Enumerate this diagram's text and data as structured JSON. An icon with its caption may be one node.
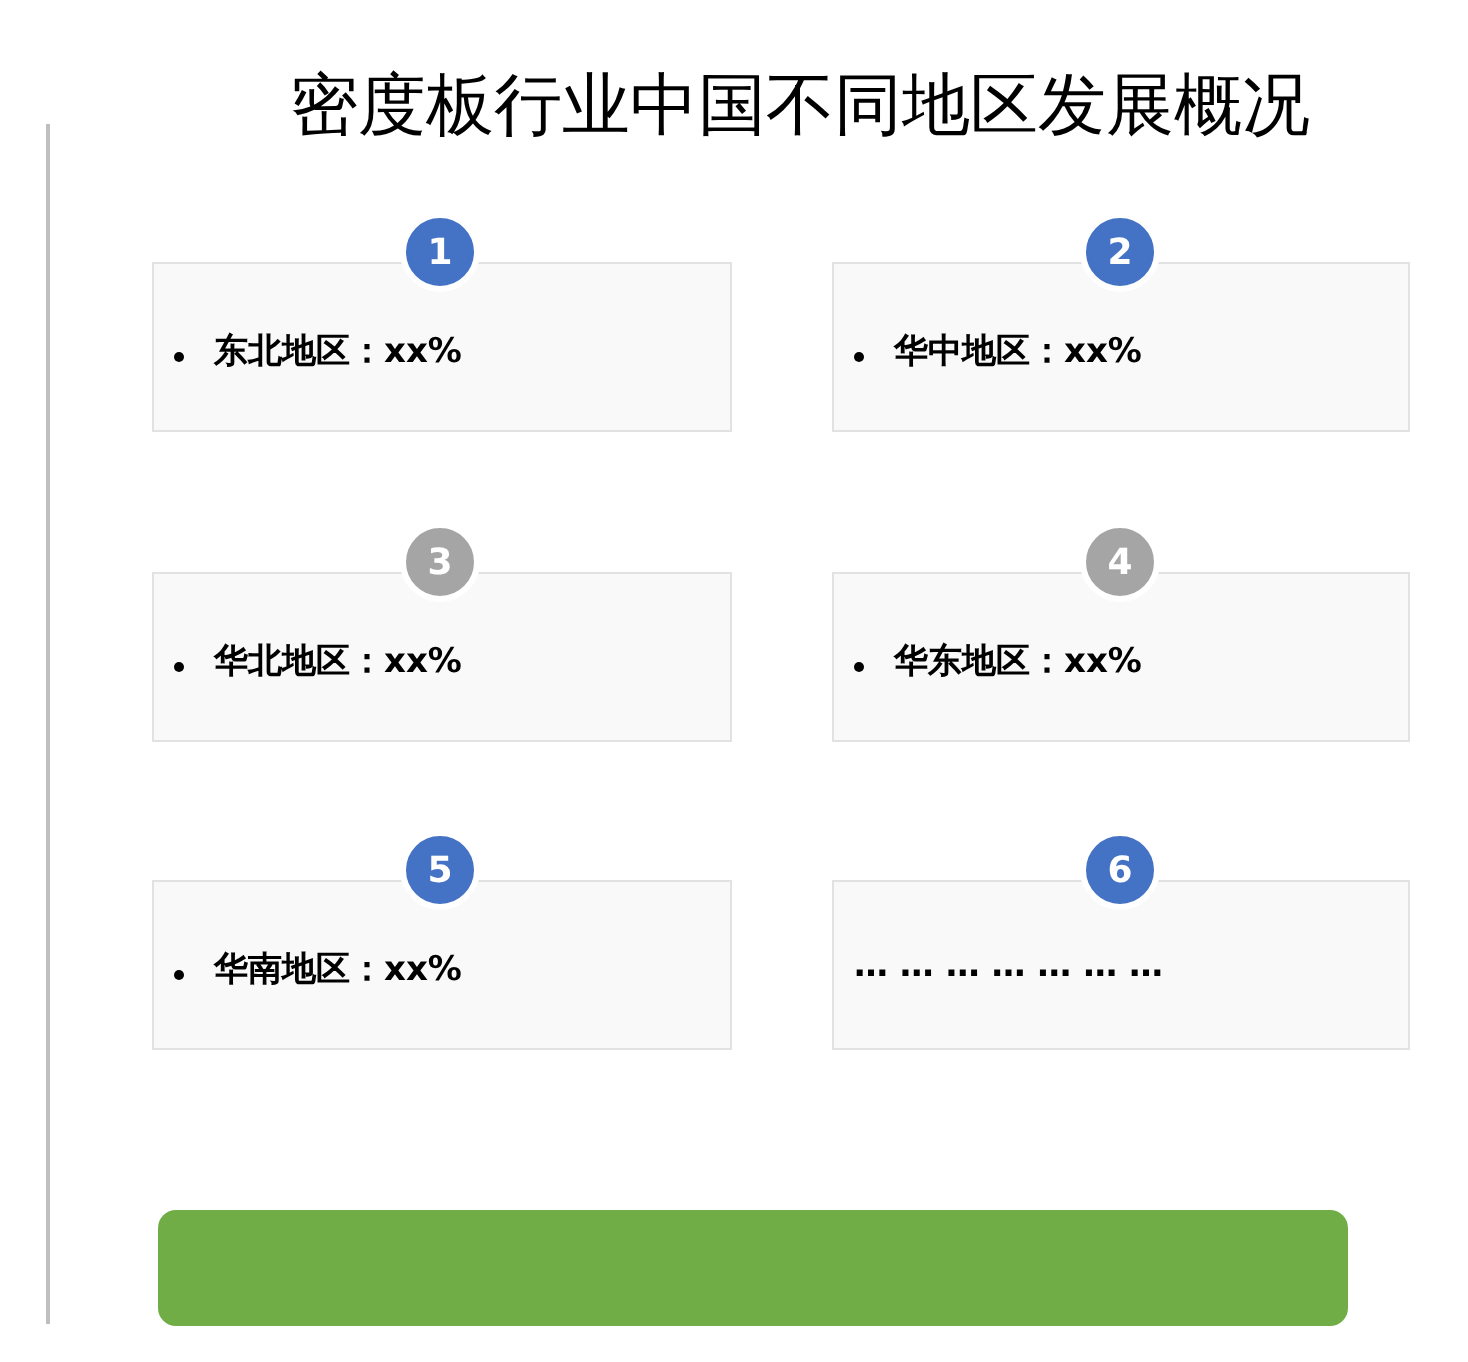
{
  "diagram": {
    "title": "密度板行业中国不同地区发展概况",
    "nodes": [
      {
        "text": [
          "1"
        ]
      },
      {
        "text": [
          "东北地区：xx%"
        ]
      },
      {
        "text": [
          "2"
        ]
      },
      {
        "text": [
          "华中地区：xx%"
        ]
      },
      {
        "text": [
          "3"
        ]
      },
      {
        "text": [
          "华北地区：xx%"
        ]
      },
      {
        "text": [
          "4"
        ]
      },
      {
        "text": [
          "华东地区：xx%"
        ]
      },
      {
        "text": [
          "5"
        ]
      },
      {
        "text": [
          "华南地区：xx%"
        ]
      },
      {
        "text": [
          "6"
        ]
      },
      {
        "text": [
          "… … … … … … …"
        ]
      },
      {
        "text": [],
        "shape": "bar"
      }
    ]
  }
}
